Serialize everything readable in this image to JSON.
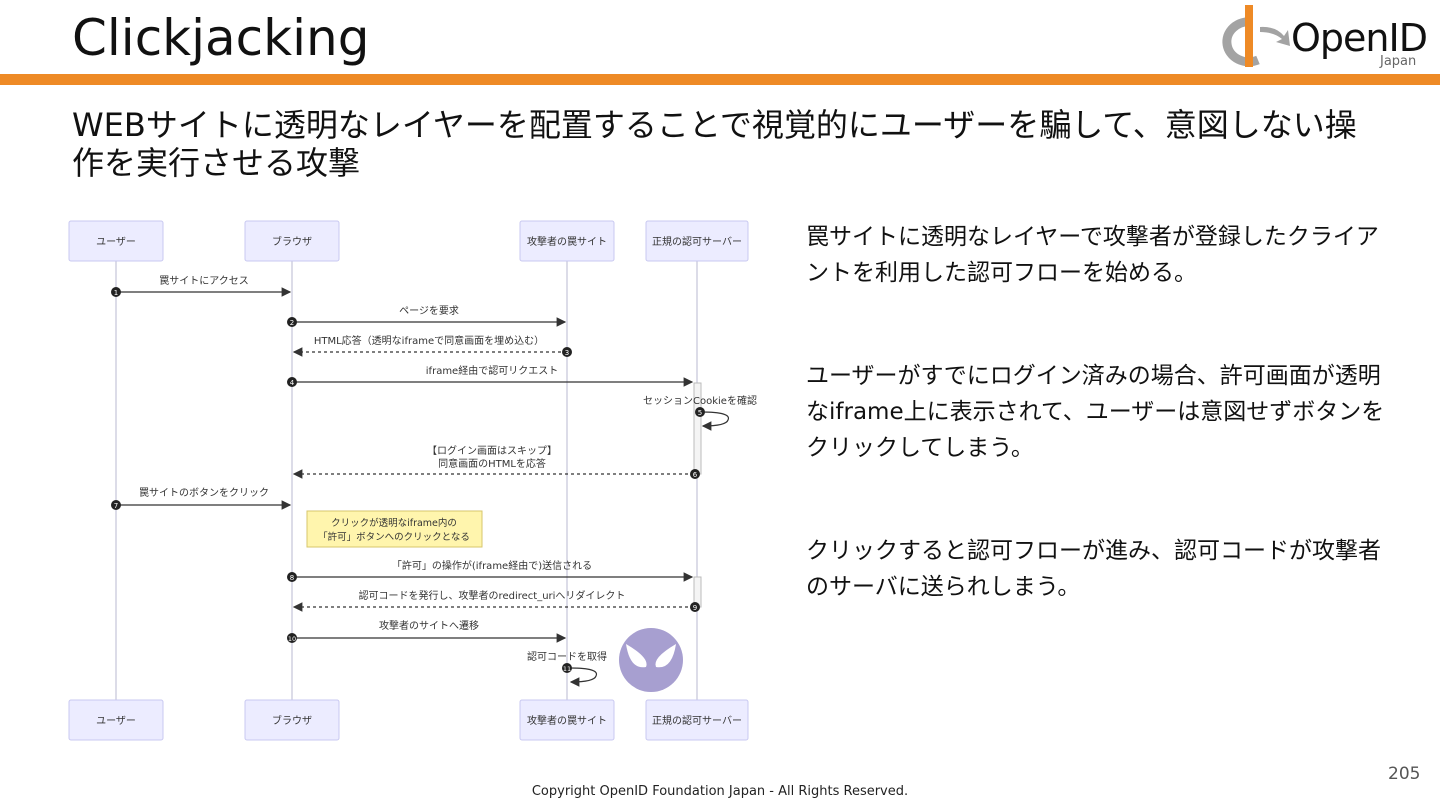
{
  "slide": {
    "title": "Clickjacking",
    "subtitle": "WEBサイトに透明なレイヤーを配置することで視覚的にユーザーを騙して、意図しない操作を実行させる攻撃",
    "page_number": "205",
    "copyright": "Copyright OpenID Foundation Japan - All Rights Reserved.",
    "colors": {
      "accent": "#ee8a26",
      "actor_fill": "#ececff",
      "actor_border": "#c8c8f0",
      "note_fill": "#fff5ad",
      "attacker_face": "#a79fd0"
    }
  },
  "logo": {
    "name": "OpenID",
    "sub": "Japan"
  },
  "diagram": {
    "actors": [
      "ユーザー",
      "ブラウザ",
      "攻撃者の罠サイト",
      "正規の認可サーバー"
    ],
    "messages": [
      {
        "num": "1",
        "label": "罠サイトにアクセス"
      },
      {
        "num": "2",
        "label": "ページを要求"
      },
      {
        "num": "3",
        "label": "HTML応答（透明なiframeで同意画面を埋め込む）"
      },
      {
        "num": "4",
        "label": "iframe経由で認可リクエスト"
      },
      {
        "num": "5",
        "label": "セッションCookieを確認"
      },
      {
        "num": "6",
        "label": "【ログイン画面はスキップ】",
        "label2": "同意画面のHTMLを応答"
      },
      {
        "num": "7",
        "label": "罠サイトのボタンをクリック"
      },
      {
        "num": "8",
        "label": "「許可」の操作が(iframe経由で)送信される"
      },
      {
        "num": "9",
        "label": "認可コードを発行し、攻撃者のredirect_uriへリダイレクト"
      },
      {
        "num": "10",
        "label": "攻撃者のサイトへ遷移"
      },
      {
        "num": "11",
        "label": "認可コードを取得"
      }
    ],
    "note": {
      "line1": "クリックが透明なiframe内の",
      "line2": "「許可」ボタンへのクリックとなる"
    }
  },
  "side_text": [
    "罠サイトに透明なレイヤーで攻撃者が登録したクライアントを利用した認可フローを始める。",
    "ユーザーがすでにログイン済みの場合、許可画面が透明なiframe上に表示されて、ユーザーは意図せずボタンをクリックしてしまう。",
    "クリックすると認可フローが進み、認可コードが攻撃者のサーバに送られしまう。"
  ]
}
